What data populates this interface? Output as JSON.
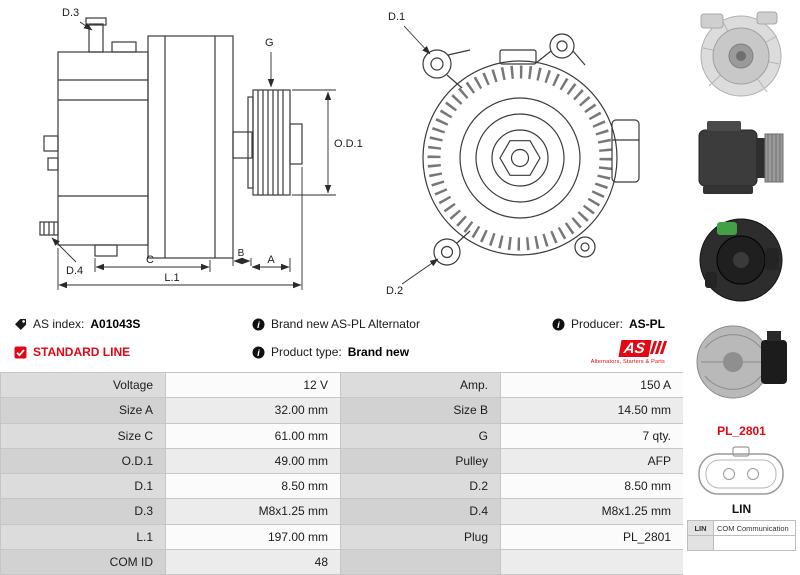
{
  "icons": {
    "info_glyph": "i"
  },
  "diagram": {
    "side_view": {
      "d3": "D.3",
      "g": "G",
      "od1": "O.D.1",
      "d4": "D.4",
      "c": "C",
      "b": "B",
      "a": "A",
      "l1": "L.1"
    },
    "front_view": {
      "d1": "D.1",
      "d2": "D.2"
    }
  },
  "info": {
    "as_index_label": "AS index:",
    "as_index_value": "A01043S",
    "brand_new_text": "Brand new AS-PL Alternator",
    "producer_label": "Producer:",
    "producer_value": "AS-PL",
    "standard_line": "STANDARD LINE",
    "product_type_label": "Product type:",
    "product_type_value": "Brand new",
    "logo_text": "AS",
    "logo_subtext": "Alternators, Starters & Parts"
  },
  "specs": {
    "rows": [
      {
        "l1": "Voltage",
        "v1": "12 V",
        "l2": "Amp.",
        "v2": "150 A"
      },
      {
        "l1": "Size A",
        "v1": "32.00 mm",
        "l2": "Size B",
        "v2": "14.50 mm"
      },
      {
        "l1": "Size C",
        "v1": "61.00 mm",
        "l2": "G",
        "v2": "7 qty."
      },
      {
        "l1": "O.D.1",
        "v1": "49.00 mm",
        "l2": "Pulley",
        "v2": "AFP"
      },
      {
        "l1": "D.1",
        "v1": "8.50 mm",
        "l2": "D.2",
        "v2": "8.50 mm"
      },
      {
        "l1": "D.3",
        "v1": "M8x1.25 mm",
        "l2": "D.4",
        "v2": "M8x1.25 mm"
      },
      {
        "l1": "L.1",
        "v1": "197.00 mm",
        "l2": "Plug",
        "v2": "PL_2801"
      },
      {
        "l1": "COM ID",
        "v1": "48",
        "l2": "",
        "v2": ""
      }
    ]
  },
  "sidebar": {
    "plug_code": "PL_2801",
    "connector_name": "LIN",
    "legend": [
      {
        "pin": "LIN",
        "desc": "COM Communication"
      },
      {
        "pin": "",
        "desc": ""
      }
    ]
  }
}
